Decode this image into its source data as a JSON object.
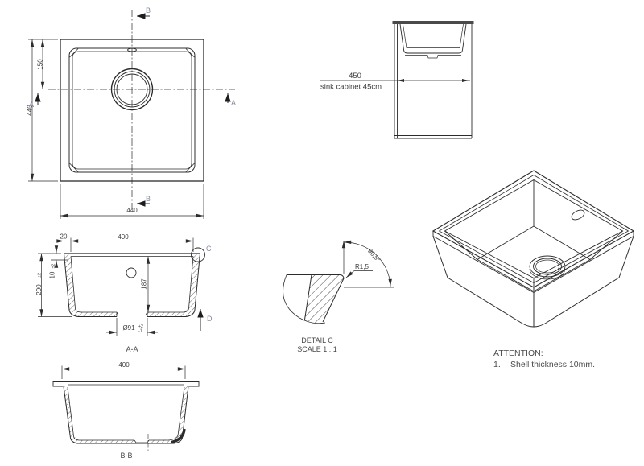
{
  "meta": {
    "background": "#ffffff",
    "line_color": "#2c2c2c",
    "section_letter_color": "#828ba0",
    "dim_text_color": "#3d3d3d"
  },
  "top_view": {
    "dim_height": "440",
    "dim_drain_offset": "150",
    "dim_width": "440",
    "section_a": "A",
    "section_b": "B"
  },
  "cabinet_view": {
    "dim": "450",
    "caption": "sink cabinet 45cm"
  },
  "section_aa": {
    "label": "A-A",
    "dim_rim": "20",
    "dim_inner_width": "400",
    "dim_shell": "10",
    "dim_shell_tol": "±2",
    "dim_height": "200",
    "dim_height_tol": "±2",
    "dim_depth": "187",
    "dim_drain": "Ø91",
    "dim_drain_tol_plus": "+2",
    "dim_drain_tol_minus": "-1",
    "detail_label": "C",
    "datum_label": "D"
  },
  "section_bb": {
    "label": "B-B",
    "dim_inner_width": "400"
  },
  "detail_c": {
    "radius": "R1,5",
    "angle": "90,5°",
    "title": "DETAIL C",
    "scale": "SCALE 1 : 1"
  },
  "iso_view": {
    "attention_title": "ATTENTION:",
    "note_number": "1.",
    "note_text": "Shell thickness 10mm."
  }
}
